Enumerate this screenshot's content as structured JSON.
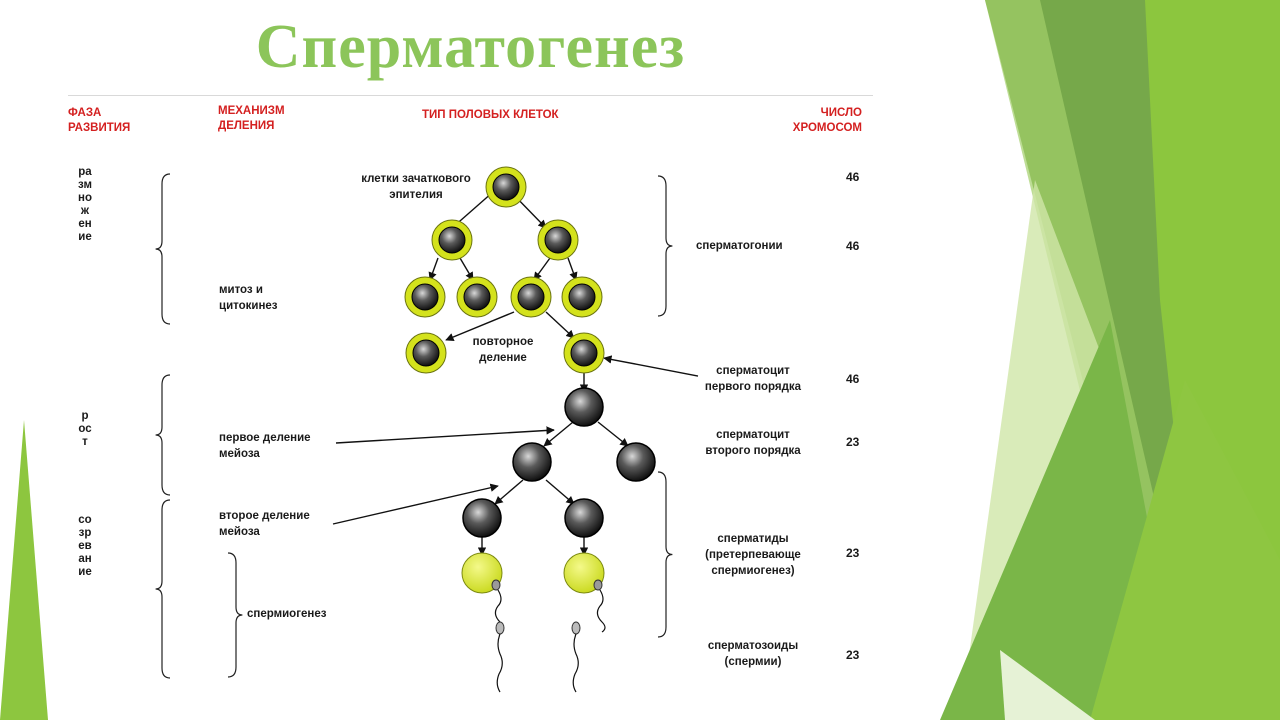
{
  "title": "Сперматогенез",
  "headers": {
    "phase": "ФАЗА\nРАЗВИТИЯ",
    "mechanism": "МЕХАНИЗМ\nДЕЛЕНИЯ",
    "cell_type": "ТИП ПОЛОВЫХ КЛЕТОК",
    "chromosomes": "ЧИСЛО\nХРОМОСОМ"
  },
  "phases": {
    "reproduction": "размножение",
    "growth": "рост",
    "maturation": "созревание"
  },
  "mechanisms": {
    "mitosis": "митоз и\nцитокинез",
    "meiosis1": "первое деление\nмейоза",
    "meiosis2": "второе деление\nмейоза",
    "spermiogenesis": "спермиогенез"
  },
  "cell_labels": {
    "germinal": "клетки зачаткового\nэпителия",
    "repeat": "повторное\nделение",
    "spermatogonia": "сперматогонии",
    "spermatocyte1": "сперматоцит\nпервого порядка",
    "spermatocyte2": "сперматоцит\nвторого порядка",
    "spermatids": "сперматиды\n(претерпевающе\nспермиогенез)",
    "spermatozoa": "сперматозоиды\n(спермии)"
  },
  "chromosome_counts": {
    "germinal": "46",
    "spermatogonia": "46",
    "spermatocyte1": "46",
    "spermatocyte2": "23",
    "spermatids": "23",
    "spermatozoa": "23"
  },
  "colors": {
    "title": "#8cc55a",
    "header": "#d42020",
    "cell_ring": "#d4e21c",
    "cell_nucleus": "#2a2a2a",
    "deco_green_dark": "#6f9e45",
    "deco_green_light": "#8dc63f"
  }
}
